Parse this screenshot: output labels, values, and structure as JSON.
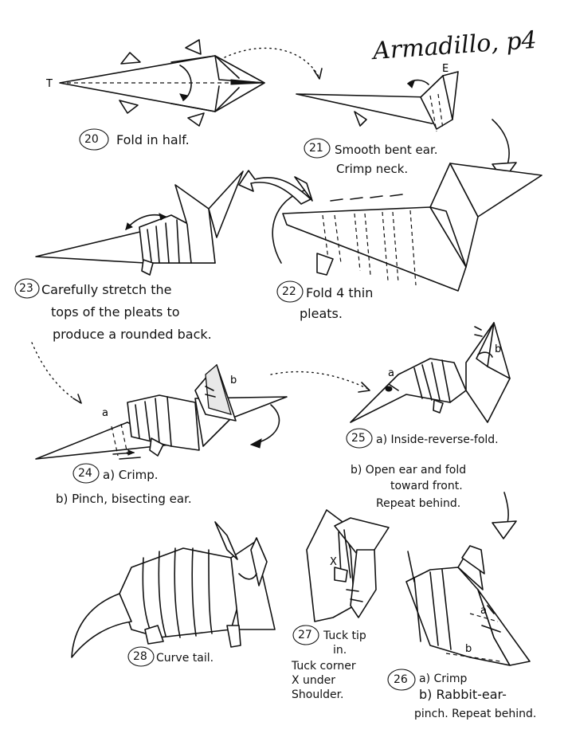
{
  "title": "Armadillo, p4",
  "steps": [
    {
      "num": "20",
      "lines": [
        "Fold in half."
      ]
    },
    {
      "num": "21",
      "lines": [
        "Smooth bent ear.",
        "Crimp neck."
      ]
    },
    {
      "num": "22",
      "lines": [
        "Fold 4 thin",
        "pleats."
      ]
    },
    {
      "num": "23",
      "lines": [
        "Carefully stretch the",
        "tops of the pleats to",
        "produce a rounded back."
      ]
    },
    {
      "num": "24",
      "lines": [
        "a) Crimp.",
        "b) Pinch, bisecting ear."
      ]
    },
    {
      "num": "25",
      "lines": [
        "a) Inside-reverse-fold.",
        "b) Open ear and fold",
        "toward front.",
        "Repeat behind."
      ]
    },
    {
      "num": "26",
      "lines": [
        "a) Crimp",
        "b) Rabbit-ear-",
        "pinch. Repeat behind."
      ]
    },
    {
      "num": "27",
      "lines": [
        "Tuck tip",
        "in.",
        "Tuck corner",
        "X under",
        "Shoulder."
      ]
    },
    {
      "num": "28",
      "lines": [
        "Curve tail."
      ]
    }
  ],
  "labels": {
    "t": "T",
    "e": "E",
    "a": "a",
    "b": "b",
    "x": "X"
  }
}
